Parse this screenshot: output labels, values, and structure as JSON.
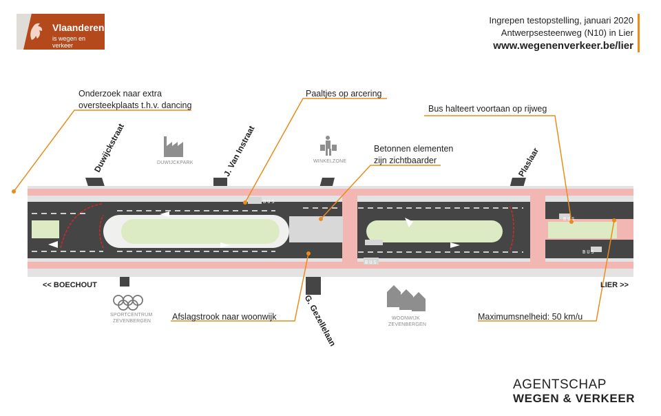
{
  "logo": {
    "title": "Vlaanderen",
    "subtitle": "is wegen en verkeer"
  },
  "header": {
    "line1": "Ingrepen testopstelling, januari 2020",
    "line2": "Antwerpsesteenweg (N10) in Lier",
    "url": "www.wegenenverkeer.be/lier"
  },
  "annotations": {
    "crossing_line1": "Onderzoek naar extra",
    "crossing_line2": "oversteekplaats t.h.v. dancing",
    "posts": "Paaltjes op arcering",
    "bus": "Bus halteert voortaan op rijweg",
    "concrete_line1": "Betonnen elementen",
    "concrete_line2": "zijn zichtbaarder",
    "turn_lane": "Afslagstrook naar woonwijk",
    "speed": "Maximumsnelheid: 50 km/u"
  },
  "streets": {
    "duwijck": "Duwijckstraat",
    "van_instraat": "J. Van Instraat",
    "plaslaar": "Plaslaar",
    "gezelle": "G. Gezellelaan"
  },
  "poi": {
    "duwijckpark": "DUWIJCKPARK",
    "winkelzone": "WINKELZONE",
    "sport_line1": "SPORTCENTRUM",
    "sport_line2": "ZEVENBERGEN",
    "woonwijk_line1": "WOONWIJK",
    "woonwijk_line2": "ZEVENBERGEN"
  },
  "directions": {
    "left": "<< BOECHOUT",
    "right": "LIER >>"
  },
  "road_marks": {
    "bus_word": "BUS"
  },
  "agency": {
    "line1": "AGENTSCHAP",
    "line2": "WEGEN & VERKEER"
  },
  "colors": {
    "brand": "#b44a1c",
    "accent": "#e88c1a",
    "asphalt": "#454545",
    "bike_lane": "#f2b7b2",
    "median": "#dcebc4",
    "red_line": "#d42a1e"
  },
  "icons": [
    "factory-icon",
    "shopper-icon",
    "olympic-rings-icon",
    "houses-icon",
    "lion-logo-icon"
  ]
}
